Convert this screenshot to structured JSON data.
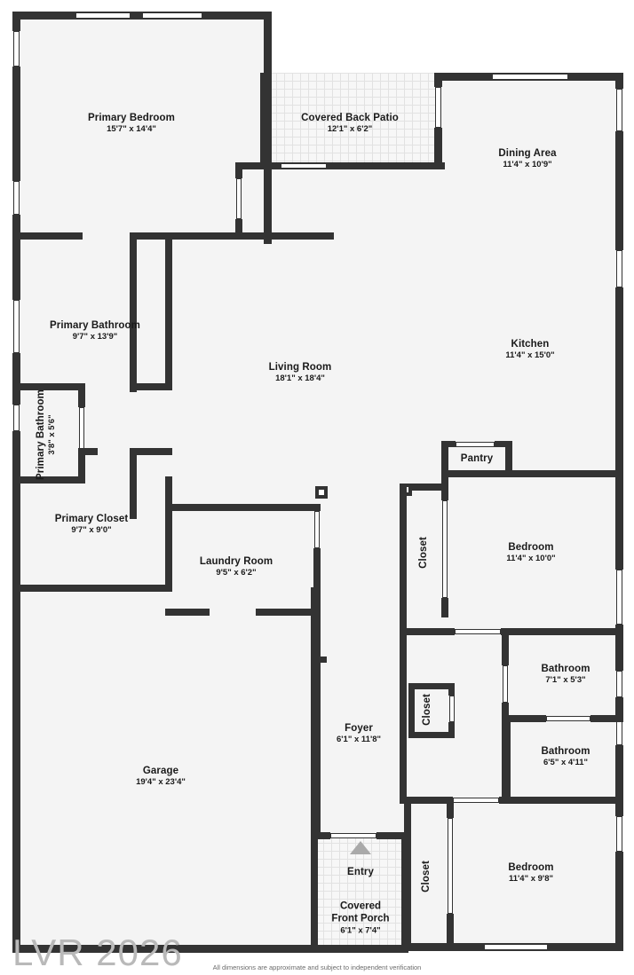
{
  "document": {
    "type": "floor-plan",
    "watermark": "LVR 2026",
    "disclaimer": "All dimensions are approximate and subject to independent verification"
  },
  "colors": {
    "wall": "#333333",
    "floor": "#f4f4f4",
    "background": "#ffffff",
    "entry_arrow": "#a9a9a9",
    "watermark": "#b9b9b9"
  },
  "rooms": [
    {
      "id": "primary-bedroom",
      "name": "Primary Bedroom",
      "dimensions": "15'7\" x 14'4\""
    },
    {
      "id": "covered-back-patio",
      "name": "Covered Back Patio",
      "dimensions": "12'1\" x 6'2\""
    },
    {
      "id": "dining-area",
      "name": "Dining Area",
      "dimensions": "11'4\" x 10'9\""
    },
    {
      "id": "primary-bathroom",
      "name": "Primary Bathroom",
      "dimensions": "9'7\" x 13'9\""
    },
    {
      "id": "living-room",
      "name": "Living Room",
      "dimensions": "18'1\" x 18'4\""
    },
    {
      "id": "kitchen",
      "name": "Kitchen",
      "dimensions": "11'4\" x 15'0\""
    },
    {
      "id": "primary-half-bath",
      "name": "Primary Bathroom",
      "dimensions": "3'8\" x 5'6\""
    },
    {
      "id": "pantry",
      "name": "Pantry",
      "dimensions": ""
    },
    {
      "id": "primary-closet",
      "name": "Primary Closet",
      "dimensions": "9'7\" x 9'0\""
    },
    {
      "id": "bedroom-2",
      "name": "Bedroom",
      "dimensions": "11'4\" x 10'0\""
    },
    {
      "id": "closet-hall-1",
      "name": "Closet",
      "dimensions": ""
    },
    {
      "id": "laundry-room",
      "name": "Laundry Room",
      "dimensions": "9'5\" x 6'2\""
    },
    {
      "id": "bathroom-2",
      "name": "Bathroom",
      "dimensions": "7'1\" x 5'3\""
    },
    {
      "id": "closet-hall-2",
      "name": "Closet",
      "dimensions": ""
    },
    {
      "id": "bathroom-3",
      "name": "Bathroom",
      "dimensions": "6'5\" x 4'11\""
    },
    {
      "id": "foyer",
      "name": "Foyer",
      "dimensions": "6'1\" x 11'8\""
    },
    {
      "id": "garage",
      "name": "Garage",
      "dimensions": "19'4\" x 23'4\""
    },
    {
      "id": "bedroom-3",
      "name": "Bedroom",
      "dimensions": "11'4\" x 9'8\""
    },
    {
      "id": "closet-bed3",
      "name": "Closet",
      "dimensions": ""
    },
    {
      "id": "entry",
      "name": "Entry",
      "dimensions": ""
    },
    {
      "id": "covered-front-porch",
      "name_line1": "Covered",
      "name_line2": "Front Porch",
      "dimensions": "6'1\" x 7'4\""
    }
  ]
}
